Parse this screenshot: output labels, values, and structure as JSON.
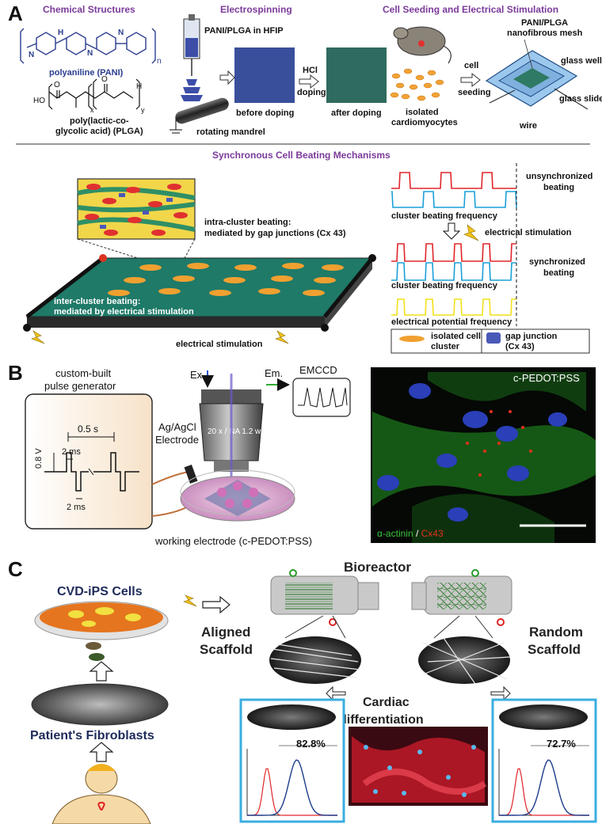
{
  "panel_a": {
    "letter": "A",
    "titles": {
      "chemical": "Chemical Structures",
      "electrospinning": "Electrospinning",
      "seeding": "Cell Seeding and Electrical Stimulation",
      "mechanisms": "Synchronous Cell Beating Mechanisms"
    },
    "chem": {
      "pani_sub": "n",
      "pani_atom": "N",
      "pani_nh": "H",
      "pani_name": "polyaniline (PANI)",
      "plga_x": "x",
      "plga_y": "y",
      "plga_ho": "HO",
      "plga_h": "H",
      "plga_o": "O",
      "plga_name_1": "poly(lactic-co-",
      "plga_name_2": "glycolic acid) (PLGA)"
    },
    "spin": {
      "solution": "PANI/PLGA in HFIP",
      "before": "before doping",
      "hcl": "HCl",
      "doping": "doping",
      "after": "after doping",
      "mandrel": "rotating mandrel"
    },
    "seeding": {
      "mesh": "PANI/PLGA",
      "mesh2": "nanofibrous mesh",
      "cell": "cell",
      "seeding": "seeding",
      "isolated1": "isolated",
      "isolated2": "cardiomyocytes",
      "glass_well": "glass well",
      "glass_slide": "glass slide",
      "wire": "wire"
    },
    "mech": {
      "intra1": "intra-cluster beating:",
      "intra2": "mediated by gap junctions (Cx 43)",
      "inter1": "inter-cluster beating:",
      "inter2": "mediated by  electrical stimulation",
      "estim": "electrical  stimulation",
      "unsync1": "unsynchronized",
      "unsync2": "beating",
      "freq1": "cluster beating frequency",
      "estim2": "electrical  stimulation",
      "sync1": "synchronized",
      "sync2": "beating",
      "freq2": "cluster beating frequency",
      "epfreq": "electrical potential frequency",
      "legend_cell1": "isolated cell",
      "legend_cell2": "cluster",
      "legend_gap1": "gap junction",
      "legend_gap2": "(Cx 43)"
    }
  },
  "panel_b": {
    "letter": "B",
    "pulse_title1": "custom-built",
    "pulse_title2": "pulse generator",
    "period": "0.5 s",
    "width_top": "2 ms",
    "amplitude": "0.8 V",
    "width_bottom": "2 ms",
    "electrode1": "Ag/AgCl",
    "electrode2": "Electrode",
    "ex": "Ex.",
    "em": "Em.",
    "camera": "EMCCD",
    "objective": "20 x / NA 1.2 w",
    "working": "working electrode (c-PEDOT:PSS)",
    "micro_title": "c-PEDOT:PSS",
    "stain_green": "α-actinin",
    "stain_sep": " / ",
    "stain_red": "Cx43"
  },
  "panel_c": {
    "letter": "C",
    "ips": "CVD-iPS Cells",
    "fibro": "Patient's Fibroblasts",
    "bioreactor": "Bioreactor",
    "aligned1": "Aligned",
    "aligned2": "Scaffold",
    "random1": "Random",
    "random2": "Scaffold",
    "cardiac1": "Cardiac",
    "cardiac2": "differentiation",
    "pct_aligned": "82.8%",
    "pct_random": "72.7%"
  },
  "colors": {
    "title_purple": "#7b3a9a",
    "mesh_green": "#1f7a68",
    "trace_red": "#e0262a",
    "trace_blue": "#1aa0d8",
    "trace_yellow": "#f2e11a",
    "frame_blue": "#3aaee0"
  }
}
